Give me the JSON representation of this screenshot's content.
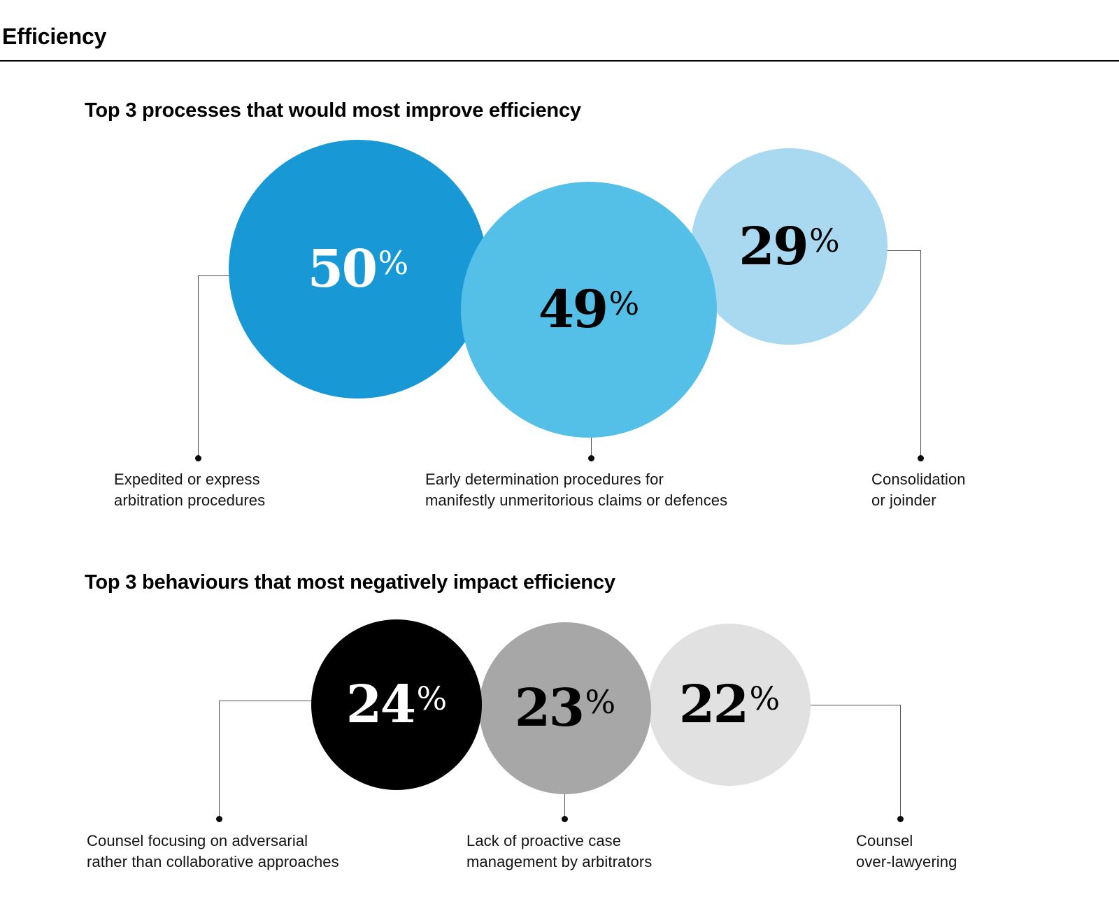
{
  "page": {
    "title": "Efficiency"
  },
  "colors": {
    "blue_dark": "#1899d6",
    "blue_mid": "#54c0e8",
    "blue_light": "#a8d9f0",
    "black_bubble": "#000000",
    "gray_mid": "#a7a7a7",
    "gray_light": "#e1e1e1",
    "connector": "#515153"
  },
  "sections": {
    "processes": {
      "title": "Top 3 processes that would most improve efficiency",
      "bubbles": {
        "b50": {
          "value": "50",
          "pct": "%",
          "line1": "Expedited or express",
          "line2": "arbitration procedures"
        },
        "b49": {
          "value": "49",
          "pct": "%",
          "line1": "Early determination procedures for",
          "line2": "manifestly unmeritorious claims or defences"
        },
        "b29": {
          "value": "29",
          "pct": "%",
          "line1": "Consolidation",
          "line2": "or joinder"
        }
      }
    },
    "behaviours": {
      "title": "Top 3 behaviours that most negatively impact efficiency",
      "bubbles": {
        "b24": {
          "value": "24",
          "pct": "%",
          "line1": "Counsel focusing on adversarial",
          "line2": "rather than collaborative approaches"
        },
        "b23": {
          "value": "23",
          "pct": "%",
          "line1": "Lack of proactive case",
          "line2": "management by arbitrators"
        },
        "b22": {
          "value": "22",
          "pct": "%",
          "line1": "Counsel",
          "line2": "over-lawyering"
        }
      }
    }
  },
  "chart_data": [
    {
      "type": "bubble",
      "title": "Top 3 processes that would most improve efficiency",
      "categories": [
        "Expedited or express arbitration procedures",
        "Early determination procedures for manifestly unmeritorious claims or defences",
        "Consolidation or joinder"
      ],
      "values": [
        50,
        49,
        29
      ],
      "unit": "%",
      "bubble_colors": [
        "#1899d6",
        "#54c0e8",
        "#a8d9f0"
      ],
      "value_label_colors": [
        "#ffffff",
        "#000000",
        "#000000"
      ],
      "layout": "overlapping circles sized by value, callout lines with end dots to labels below"
    },
    {
      "type": "bubble",
      "title": "Top 3 behaviours that most negatively impact efficiency",
      "categories": [
        "Counsel focusing on adversarial rather than collaborative approaches",
        "Lack of proactive case management by arbitrators",
        "Counsel over-lawyering"
      ],
      "values": [
        24,
        23,
        22
      ],
      "unit": "%",
      "bubble_colors": [
        "#000000",
        "#a7a7a7",
        "#e1e1e1"
      ],
      "value_label_colors": [
        "#ffffff",
        "#000000",
        "#000000"
      ],
      "layout": "overlapping circles sized by value, callout lines with end dots to labels below"
    }
  ]
}
